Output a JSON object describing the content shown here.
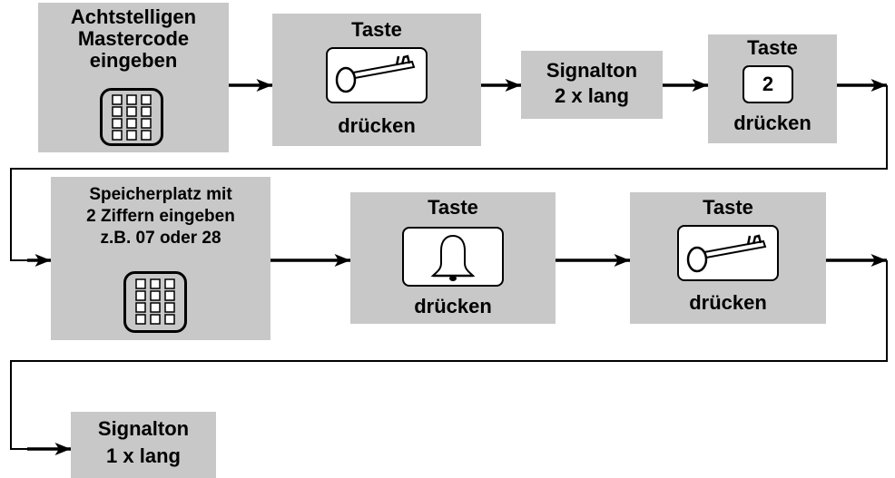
{
  "colors": {
    "box_fill": "#c8c8c8",
    "stroke": "#000000",
    "background": "#ffffff"
  },
  "steps": [
    {
      "text": "Achtstelligen\nMastercode\neingeben",
      "icon": "keypad-icon"
    },
    {
      "title": "Taste",
      "icon": "key-icon",
      "action": "drücken"
    },
    {
      "text": "Signalton\n2 x lang"
    },
    {
      "title": "Taste",
      "key_label": "2",
      "icon": "number-key-icon",
      "action": "drücken"
    },
    {
      "text": "Speicherplatz mit\n2 Ziffern eingeben\nz.B. 07 oder 28",
      "icon": "keypad-icon"
    },
    {
      "title": "Taste",
      "icon": "bell-icon",
      "action": "drücken"
    },
    {
      "title": "Taste",
      "icon": "key-icon",
      "action": "drücken"
    },
    {
      "text": "Signalton\n1 x lang"
    }
  ]
}
